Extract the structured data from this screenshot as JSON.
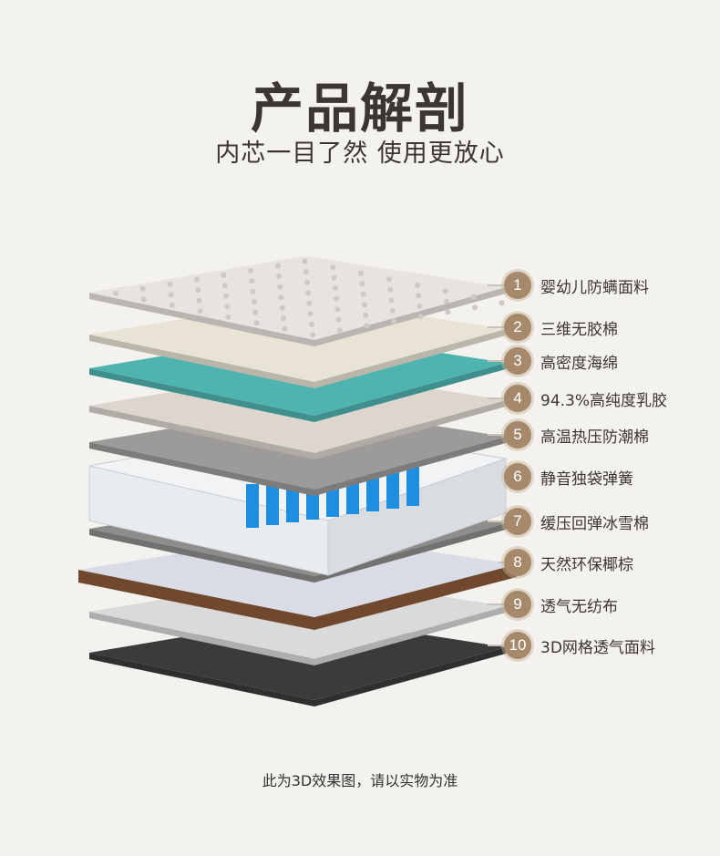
{
  "header": {
    "title": "产品解剖",
    "subtitle": "内芯一目了然 使用更放心"
  },
  "layers": [
    {
      "num": "1",
      "label": "婴幼儿防螨面料",
      "color": "#e7e3de"
    },
    {
      "num": "2",
      "label": "三维无胶棉",
      "color": "#e8e3d5"
    },
    {
      "num": "3",
      "label": "高密度海绵",
      "color": "#4fb3b0"
    },
    {
      "num": "4",
      "label": "94.3%高纯度乳胶",
      "color": "#ddd6cf"
    },
    {
      "num": "5",
      "label": "高温热压防潮棉",
      "color": "#9d9b99"
    },
    {
      "num": "6",
      "label": "静音独袋弹簧",
      "color": "#1e8fe0"
    },
    {
      "num": "7",
      "label": "缓压回弹冰雪棉",
      "color": "#8f8d8b"
    },
    {
      "num": "8",
      "label": "天然环保椰棕",
      "color": "#8b5a3a"
    },
    {
      "num": "9",
      "label": "透气无纺布",
      "color": "#dadada"
    },
    {
      "num": "10",
      "label": "3D网格透气面料",
      "color": "#3b3b3c"
    }
  ],
  "footer": {
    "note": "此为3D效果图，请以实物为准"
  }
}
